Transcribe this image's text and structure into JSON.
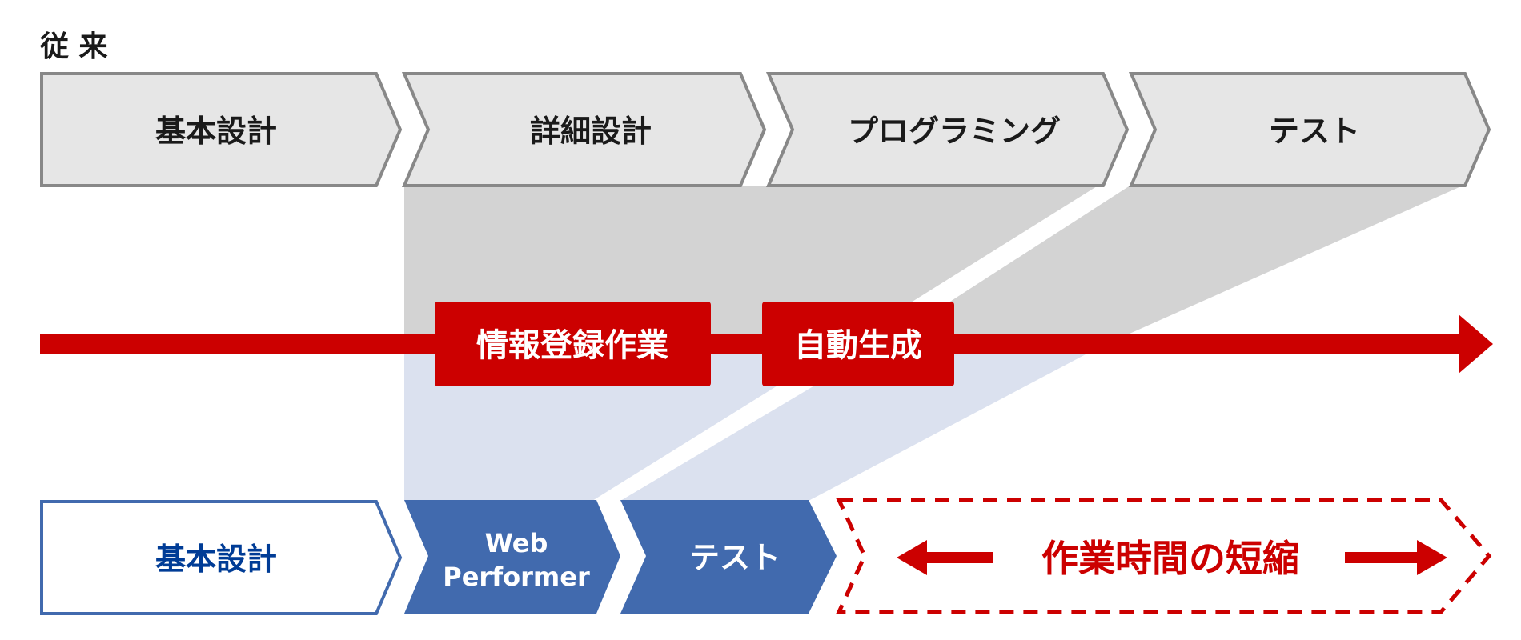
{
  "conventional": {
    "title": "従 来",
    "phases": [
      {
        "label": "基本設計"
      },
      {
        "label": "詳細設計"
      },
      {
        "label": "プログラミング"
      },
      {
        "label": "テスト"
      }
    ]
  },
  "process": {
    "steps": [
      {
        "label": "情報登録作業"
      },
      {
        "label": "自動生成"
      }
    ]
  },
  "webperformer": {
    "phases": [
      {
        "label": "基本設計"
      },
      {
        "label_line1": "Web",
        "label_line2": "Performer"
      },
      {
        "label": "テスト"
      }
    ],
    "reduction_label": "作業時間の短縮"
  },
  "colors": {
    "gray_fill": "#e6e6e6",
    "gray_stroke": "#888888",
    "shade_gray": "#d3d3d3",
    "shade_blue": "#dbe1ef",
    "accent_red": "#cc0000",
    "blue": "#416aae",
    "dark_blue": "#003c96",
    "text_dark": "#1a1a1a"
  }
}
